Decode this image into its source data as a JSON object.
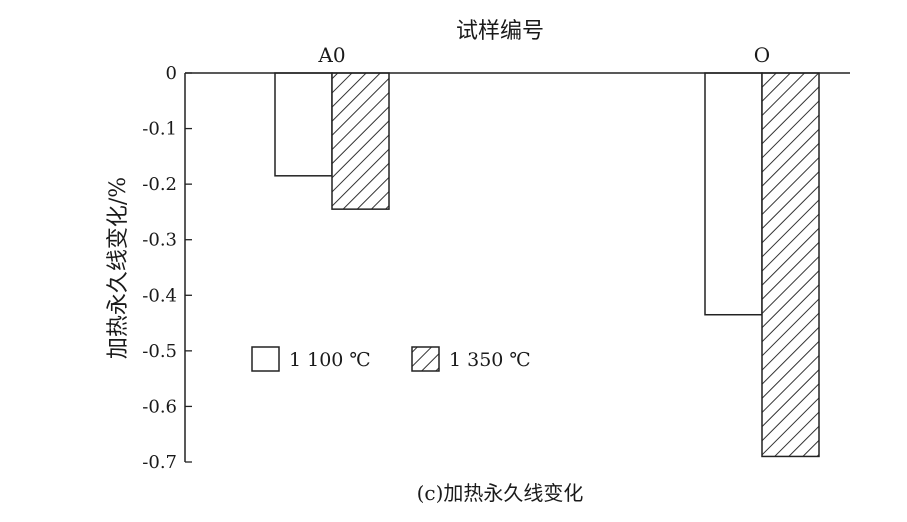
{
  "chart_data": {
    "type": "bar",
    "title": "试样编号",
    "xlabel": "试样编号",
    "ylabel": "加热永久线变化/%",
    "caption": "(c)加热永久线变化",
    "categories": [
      "A0",
      "O"
    ],
    "series": [
      {
        "name": "1 100 ℃",
        "values": [
          -0.185,
          -0.435
        ],
        "fill": "none",
        "color": "#ffffff"
      },
      {
        "name": "1 350 ℃",
        "values": [
          -0.245,
          -0.69
        ],
        "fill": "hatch",
        "color": "#333333"
      }
    ],
    "ylim": [
      -0.7,
      0
    ],
    "yticks": [
      0,
      -0.1,
      -0.2,
      -0.3,
      -0.4,
      -0.5,
      -0.6,
      -0.7
    ],
    "ytick_labels": [
      "0",
      "-0.1",
      "-0.2",
      "-0.3",
      "-0.4",
      "-0.5",
      "-0.6",
      "-0.7"
    ],
    "xaxis_position": "top",
    "grid": false,
    "legend_position": "lower-left"
  }
}
